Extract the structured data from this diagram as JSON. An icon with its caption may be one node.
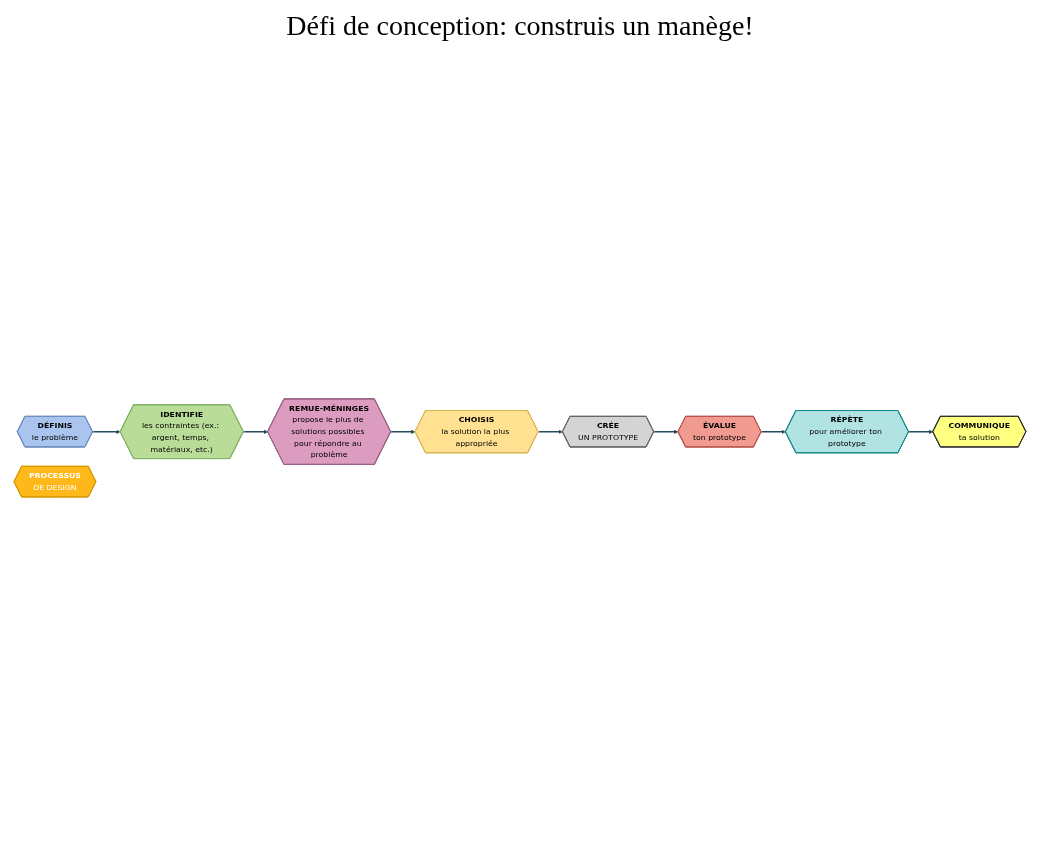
{
  "diagram": {
    "title": "Défi de conception: construis un manège!",
    "nodes": [
      {
        "text": [
          "COMMUNIQUE",
          "ta solution"
        ]
      },
      {
        "text": [
          "DÉFINIS",
          "le problème"
        ]
      },
      {
        "text": [
          "RÉPÈTE",
          "pour améliorer ton prototype"
        ]
      },
      {
        "text": [
          "IDENTIFIE",
          "les contraintes (ex.: argent, temps, matériaux, etc.)"
        ]
      },
      {
        "text": [
          "PROCESSUS",
          "DE DESIGN"
        ]
      },
      {
        "text": [
          "ÉVALUE",
          "ton prototype"
        ]
      },
      {
        "text": [
          "REMUE-MÉNINGES",
          "propose le plus de solutions possibles pour répondre au problème"
        ]
      },
      {
        "text": [
          "CRÉE",
          "UN PROTOTYPE"
        ]
      },
      {
        "text": [
          "CHOISIS",
          "la solution la plus appropriée"
        ]
      }
    ],
    "edges": [
      {
        "from": 1,
        "to": 3,
        "arrow": "to"
      },
      {
        "from": 3,
        "to": 6,
        "arrow": "to"
      },
      {
        "from": 6,
        "to": 8,
        "arrow": "to"
      },
      {
        "from": 8,
        "to": 7,
        "arrow": "to"
      },
      {
        "from": 7,
        "to": 5,
        "arrow": "to"
      },
      {
        "from": 5,
        "to": 2,
        "arrow": "to"
      },
      {
        "from": 2,
        "to": 0,
        "arrow": "to"
      }
    ]
  }
}
